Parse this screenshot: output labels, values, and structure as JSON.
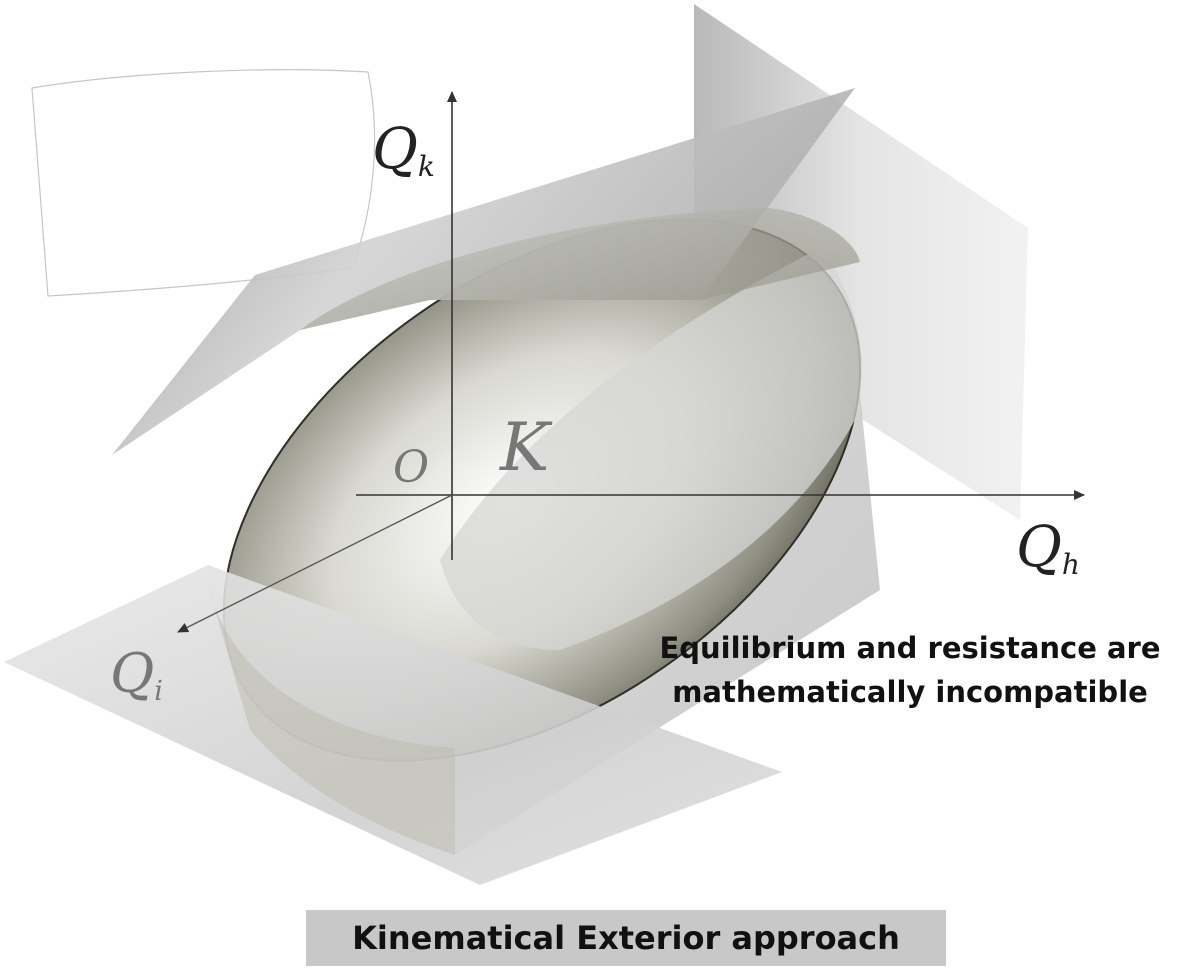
{
  "diagram": {
    "axes": {
      "vertical": {
        "label": "Q",
        "subscript": "k"
      },
      "horizontal": {
        "label": "Q",
        "subscript": "h"
      },
      "depth": {
        "label": "Q",
        "subscript": "i"
      },
      "origin": "O"
    },
    "region_label": "K",
    "note_lines": [
      "Equilibrium and resistance are",
      "mathematically incompatible"
    ],
    "caption": "Kinematical Exterior approach"
  }
}
